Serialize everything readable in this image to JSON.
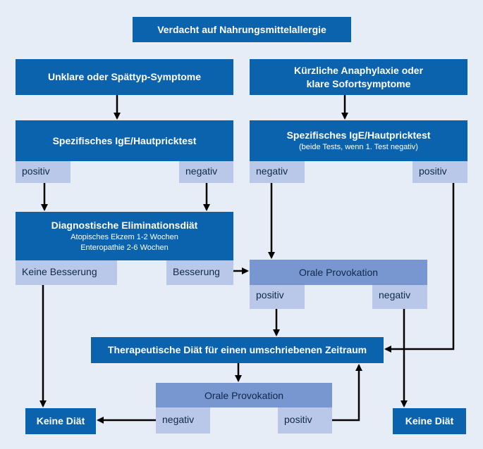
{
  "nodes": {
    "start": "Verdacht auf Nahrungsmittelallergie",
    "left_symptoms": "Unklare oder Spättyp-Symptome",
    "right_symptoms": "Kürzliche Anaphylaxie oder klare Sofortsymptome",
    "left_test": "Spezifisches IgE/Hautpricktest",
    "right_test": "Spezifisches IgE/Hautpricktest",
    "right_test_note": "(beide Tests, wenn 1. Test negativ)",
    "left_positiv": "positiv",
    "left_negativ": "negativ",
    "right_negativ": "negativ",
    "right_positiv": "positiv",
    "elim_title": "Diagnostische Eliminationsdiät",
    "elim_line1": "Atopisches Ekzem 1-2 Wochen",
    "elim_line2": "Enteropathie 2-6 Wochen",
    "keine_besserung": "Keine Besserung",
    "besserung": "Besserung",
    "provokation1": "Orale Provokation",
    "prov1_positiv": "positiv",
    "prov1_negativ": "negativ",
    "therapy": "Therapeutische Diät für einen umschriebenen Zeitraum",
    "provokation2": "Orale Provokation",
    "prov2_negativ": "negativ",
    "prov2_positiv": "positiv",
    "keine_diaet_left": "Keine Diät",
    "keine_diaet_right": "Keine Diät"
  },
  "colors": {
    "background": "#e6edf6",
    "dark_box": "#0c63ad",
    "mid_box": "#7896d0",
    "light_box": "#b9c8e9",
    "arrow": "#000000"
  }
}
